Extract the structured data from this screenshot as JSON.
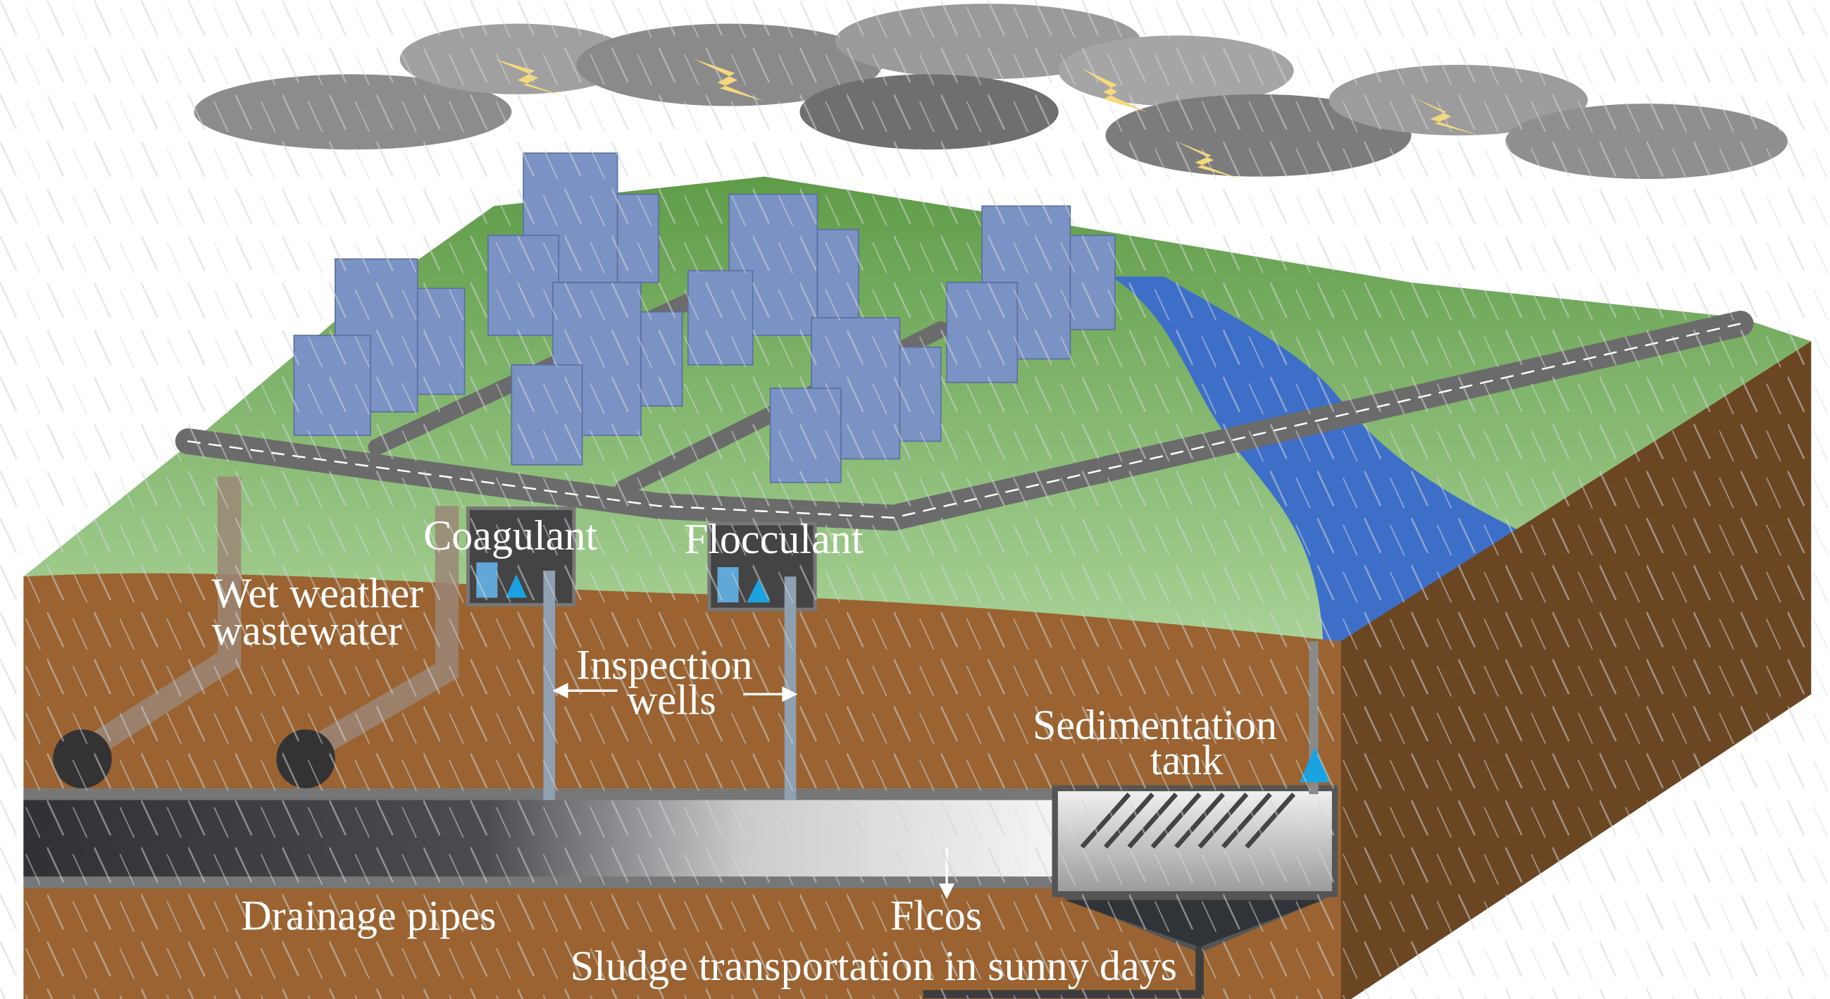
{
  "labels": {
    "coagulant": "Coagulant",
    "flocculant": "Flocculant",
    "wet_weather_line1": "Wet weather",
    "wet_weather_line2": "wastewater",
    "inspection_line1": "Inspection",
    "inspection_line2": "wells",
    "sedimentation_line1": "Sedimentation",
    "sedimentation_line2": "tank",
    "drainage_pipes": "Drainage pipes",
    "flocs": "Flcos",
    "sludge": "Sludge transportation in sunny days"
  },
  "colors": {
    "soil": "#9a6331",
    "soil_side": "#6b4622",
    "grass": "#8fc07a",
    "river": "#3d6fc9",
    "building": "#7b92c4",
    "pipe": "#3a3c40",
    "equipment": "#1aa3e0"
  }
}
